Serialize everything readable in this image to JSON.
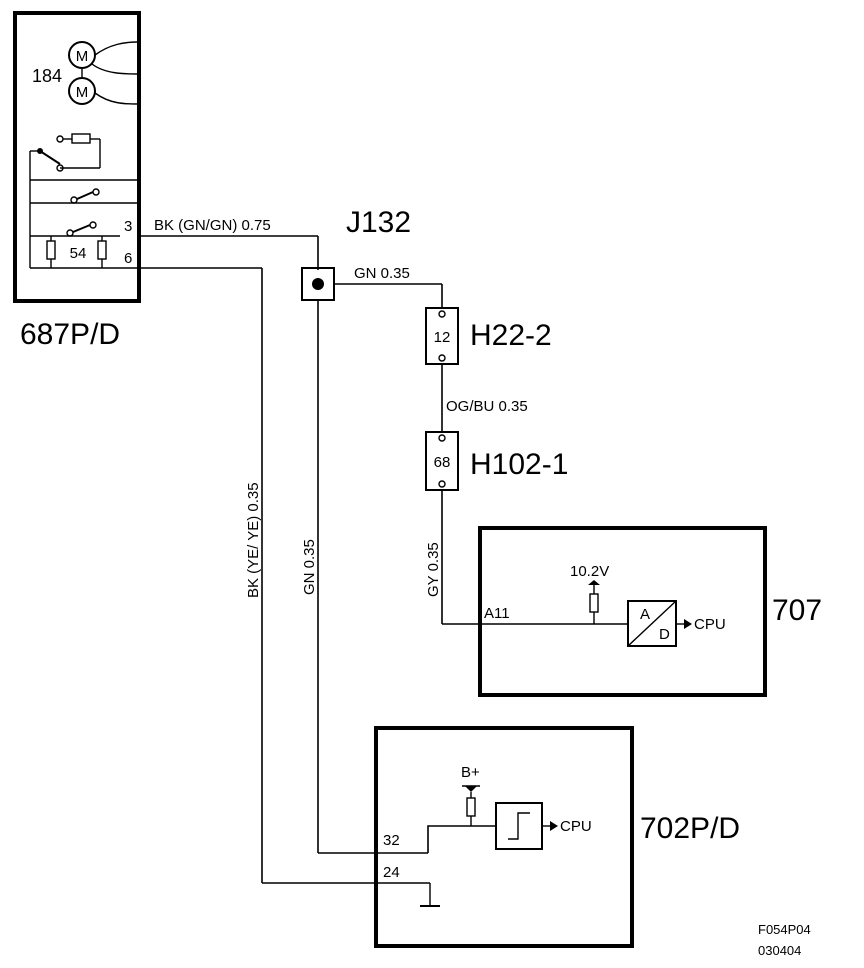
{
  "components": {
    "switch_module": {
      "id": "687P/D",
      "motor_ref": "184",
      "motor_symbol": "M",
      "switch_ref": "54",
      "pin_top": "3",
      "pin_bottom": "6"
    },
    "splice": {
      "id": "J132"
    },
    "connector_1": {
      "id": "H22-2",
      "pin": "12"
    },
    "connector_2": {
      "id": "H102-1",
      "pin": "68"
    },
    "module_707": {
      "id": "707",
      "pin": "A11",
      "voltage": "10.2V",
      "adc_a": "A",
      "adc_d": "D",
      "output": "CPU"
    },
    "module_702": {
      "id": "702P/D",
      "pin_signal": "32",
      "pin_ground": "24",
      "supply": "B+",
      "output": "CPU"
    }
  },
  "wires": {
    "w1": "BK (GN/GN)  0.75",
    "w2": "GN  0.35",
    "w3": "OG/BU  0.35",
    "w4": "GY  0.35",
    "w5": "GN  0.35",
    "w6": "BK  (YE/ YE)  0.35"
  },
  "footer": {
    "code": "F054P04",
    "date": "030404"
  }
}
